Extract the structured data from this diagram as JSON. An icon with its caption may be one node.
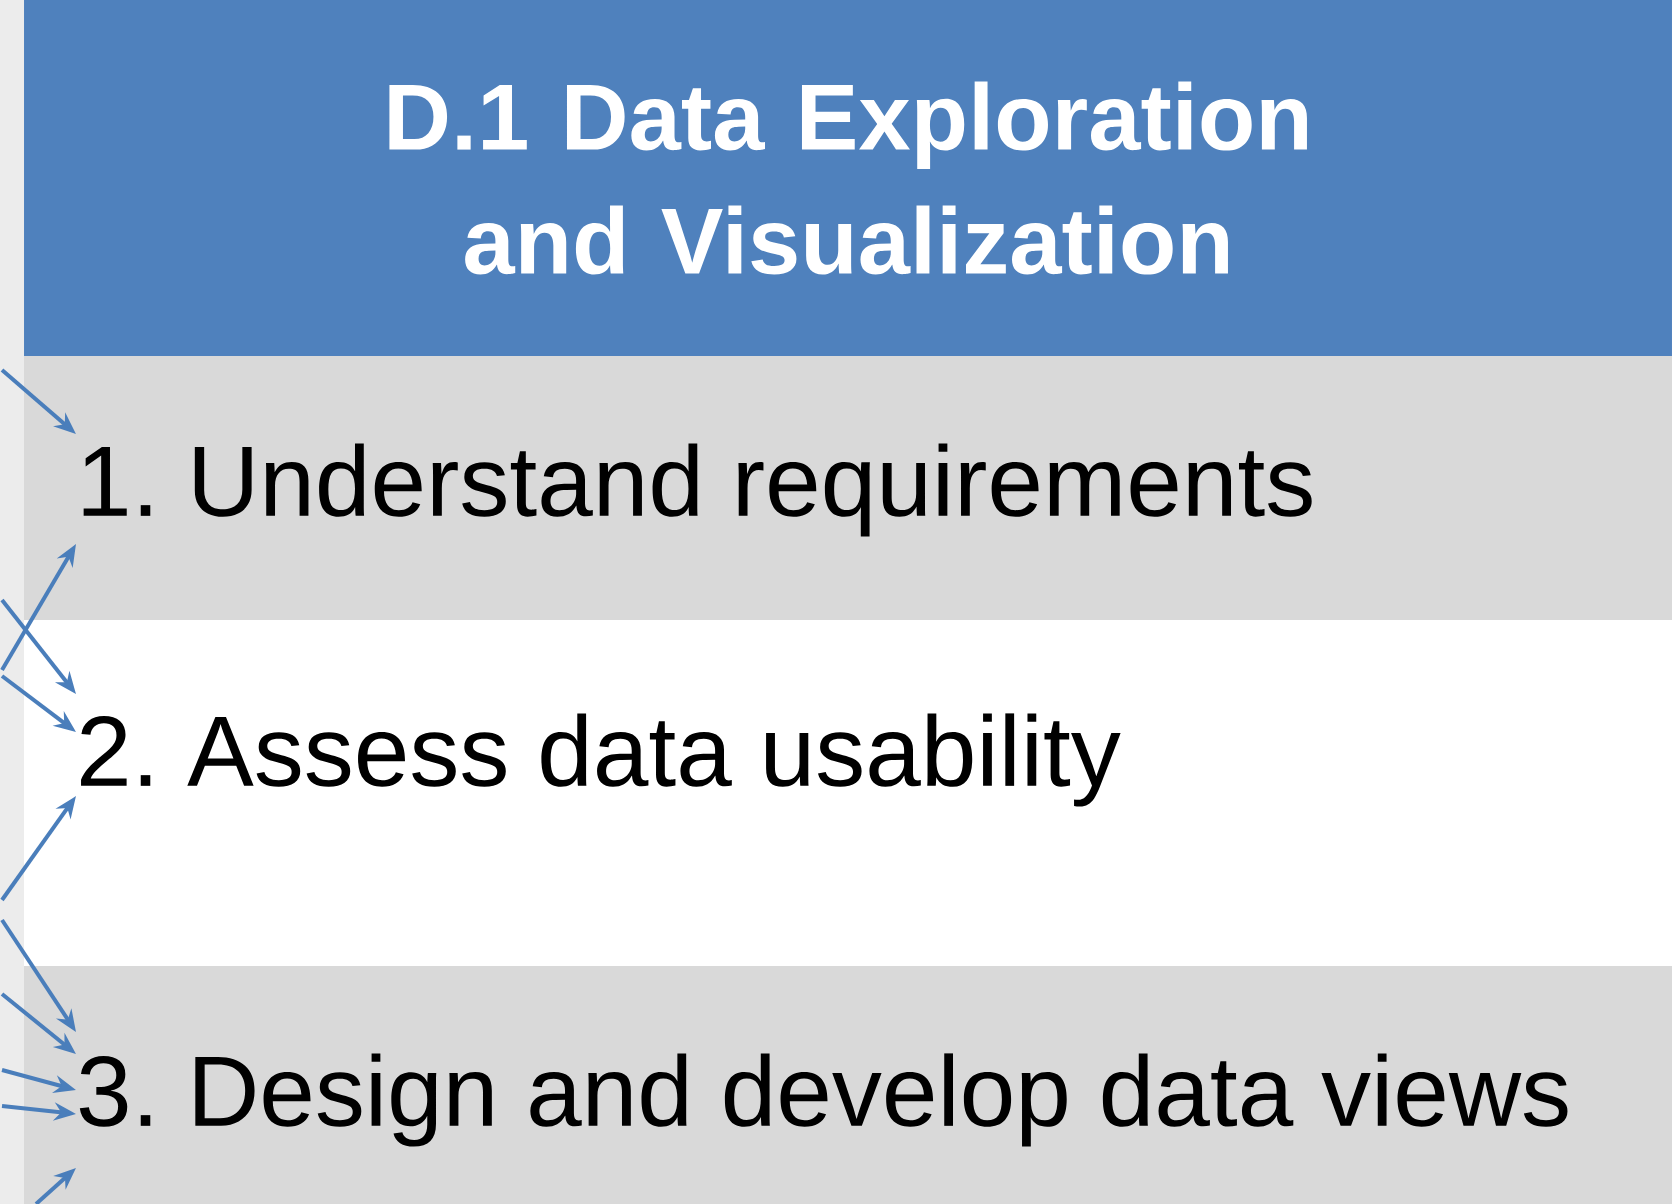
{
  "diagram": {
    "nodes": [
      {
        "text": [
          "D.1 Data Exploration and Visualization"
        ]
      },
      {
        "text": [
          "1. Understand requirements"
        ]
      },
      {
        "text": [
          "2. Assess data usability"
        ]
      },
      {
        "text": [
          "3. Design and develop data views"
        ]
      }
    ],
    "edges": [
      {
        "from": null,
        "to": 1,
        "arrow": "to"
      },
      {
        "from": null,
        "to": 1,
        "arrow": "to"
      },
      {
        "from": null,
        "to": 2,
        "arrow": "to"
      },
      {
        "from": null,
        "to": 2,
        "arrow": "to"
      },
      {
        "from": null,
        "to": 2,
        "arrow": "to"
      },
      {
        "from": null,
        "to": 3,
        "arrow": "to"
      },
      {
        "from": null,
        "to": 3,
        "arrow": "to"
      },
      {
        "from": null,
        "to": 3,
        "arrow": "to"
      },
      {
        "from": null,
        "to": 3,
        "arrow": "to"
      },
      {
        "from": null,
        "to": 3,
        "arrow": "to"
      }
    ]
  }
}
